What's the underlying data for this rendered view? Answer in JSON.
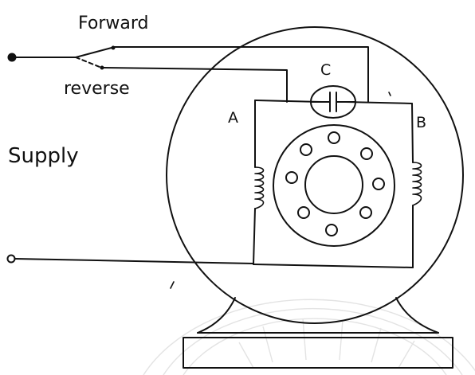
{
  "labels": {
    "forward": "Forward",
    "reverse": "reverse",
    "capacitor": "C",
    "winding_a": "A",
    "winding_b": "B",
    "supply": "Supply"
  },
  "colors": {
    "ink": "#111111",
    "paper": "#ffffff",
    "watermark": "#e3e3e3"
  },
  "components": {
    "switch": "two-way-switch",
    "capacitor": "capacitor-symbol",
    "windings": [
      "winding-a-coil",
      "winding-b-coil"
    ],
    "rotor_holes": 8
  }
}
